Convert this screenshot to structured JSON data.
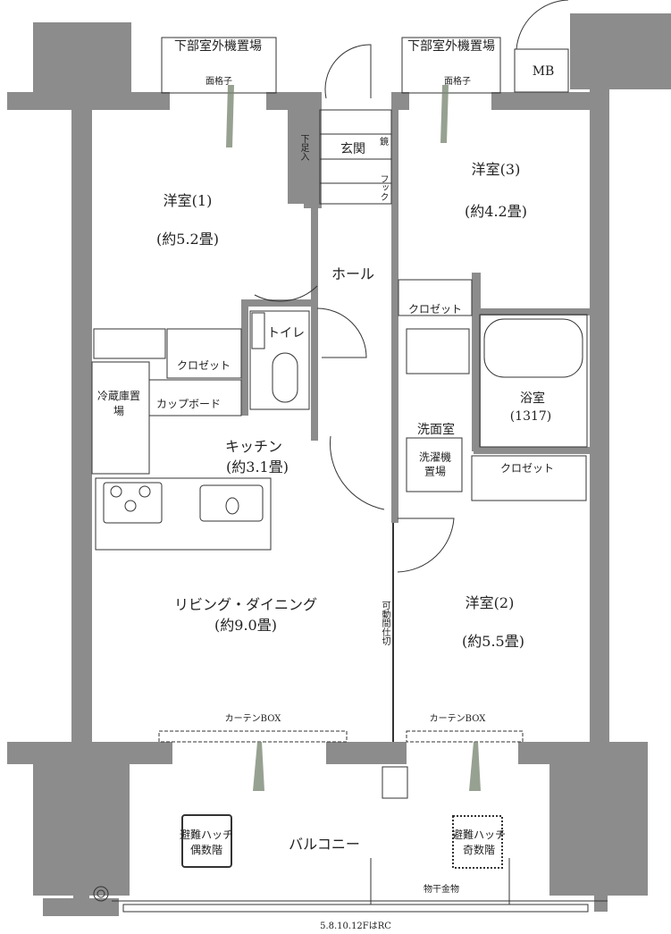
{
  "plan": {
    "outdoor_unit_left": "下部室外機置場",
    "outdoor_unit_right": "下部室外機置場",
    "lattice_left": "面格子",
    "lattice_right": "面格子",
    "meter_box": "MB",
    "entrance": "玄関",
    "shoe_box": "下足入",
    "mirror": "鏡",
    "hook": "フック",
    "hall": "ホール",
    "room1": {
      "name": "洋室(1)",
      "size": "(約5.2畳)"
    },
    "room2": {
      "name": "洋室(2)",
      "size": "(約5.5畳)"
    },
    "room3": {
      "name": "洋室(3)",
      "size": "(約4.2畳)"
    },
    "closet_room3": "クロゼット",
    "closet_room1": "クロゼット",
    "closet_room2": "クロゼット",
    "toilet": "トイレ",
    "fridge": "冷蔵庫置場",
    "cupboard": "カップボード",
    "kitchen": {
      "name": "キッチン",
      "size": "(約3.1畳)"
    },
    "washroom": "洗面室",
    "washer": "洗濯機置場",
    "bath": {
      "name": "浴室",
      "size": "(1317)"
    },
    "living": {
      "name": "リビング・ダイニング",
      "size": "(約9.0畳)"
    },
    "movable_partition": "可動間仕切",
    "curtain_box_left": "カーテンBOX",
    "curtain_box_right": "カーテンBOX",
    "balcony": "バルコニー",
    "hatch_even": "避難ハッチ偶数階",
    "hatch_odd": "避難ハッチ奇数階",
    "clothes_hanger": "物干金物",
    "note": "5.8.10.12FはRC"
  },
  "colors": {
    "wall": "#8c8c8c",
    "line": "#333333",
    "plant": "#7d8a76"
  }
}
